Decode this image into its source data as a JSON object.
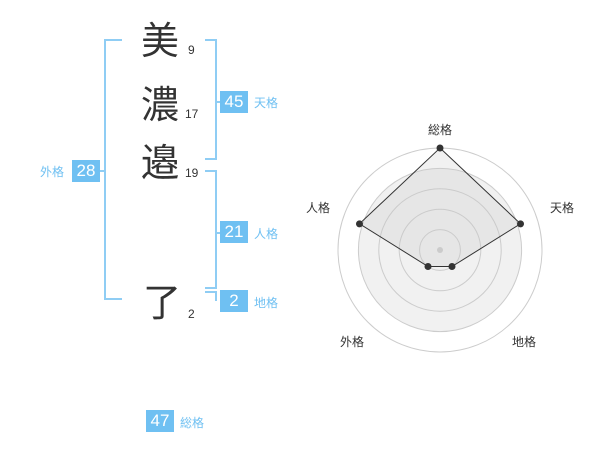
{
  "name": {
    "chars": [
      {
        "char": "美",
        "strokes": "9"
      },
      {
        "char": "濃",
        "strokes": "17"
      },
      {
        "char": "邉",
        "strokes": "19"
      },
      {
        "char": "了",
        "strokes": "2"
      }
    ]
  },
  "kaku": {
    "tenkaku": {
      "value": "45",
      "label": "天格"
    },
    "jinkaku": {
      "value": "21",
      "label": "人格"
    },
    "chikaku": {
      "value": "2",
      "label": "地格"
    },
    "gaikaku": {
      "value": "28",
      "label": "外格"
    },
    "soukaku": {
      "value": "47",
      "label": "総格"
    }
  },
  "radar": {
    "axes": [
      "総格",
      "天格",
      "地格",
      "外格",
      "人格"
    ],
    "chart_data": {
      "type": "radar",
      "categories": [
        "総格",
        "天格",
        "地格",
        "外格",
        "人格"
      ],
      "values": [
        1.0,
        0.83,
        0.2,
        0.2,
        0.83
      ],
      "rings": 5
    }
  }
}
